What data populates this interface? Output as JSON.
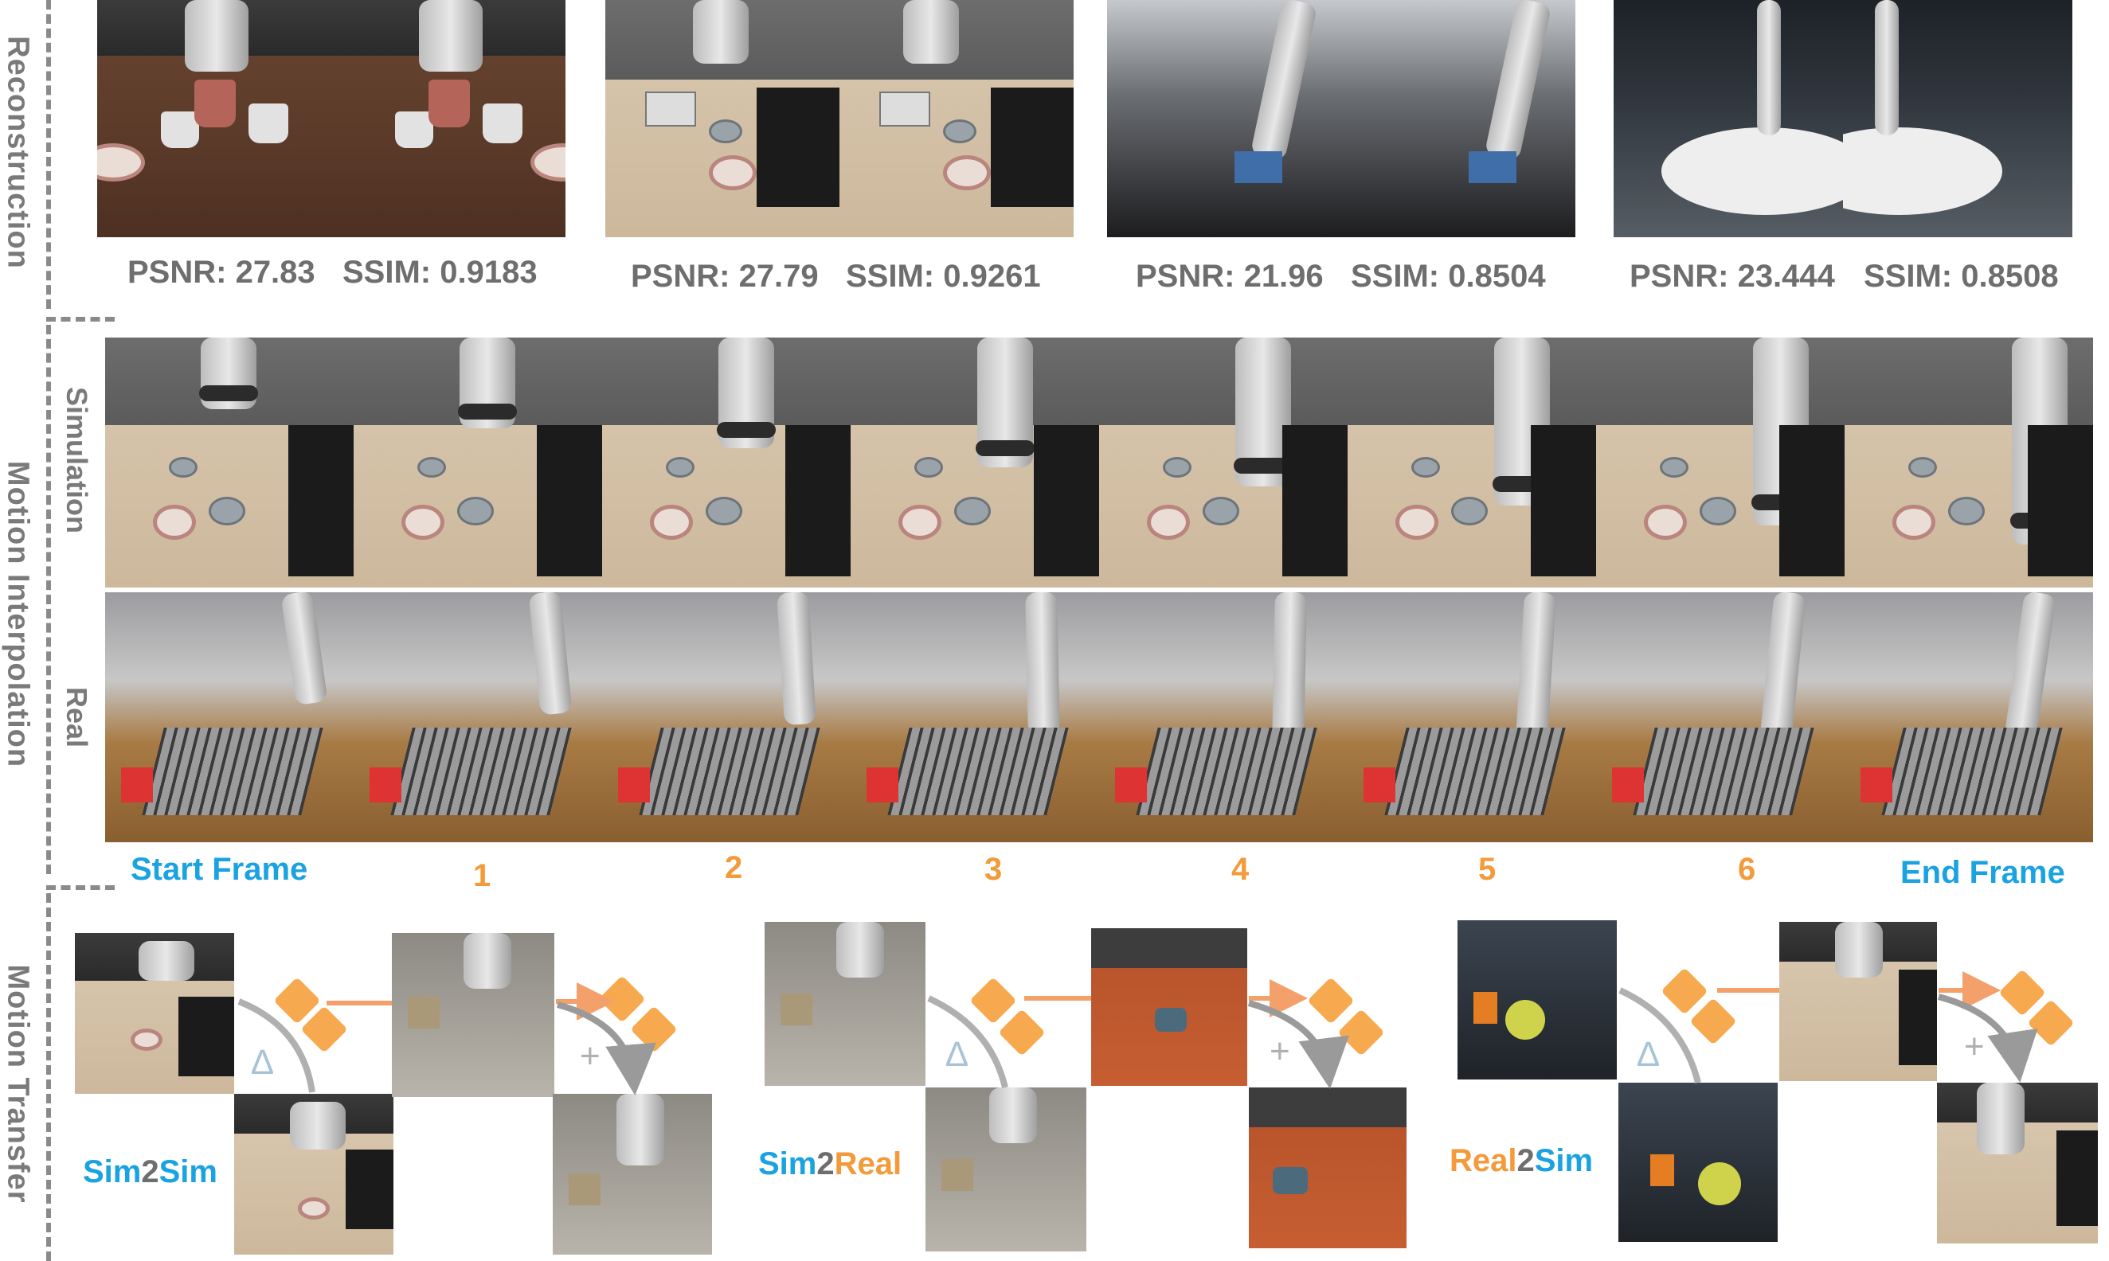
{
  "sections": {
    "reconstruction": "Reconstruction",
    "motion_interpolation": "Motion Interpolation",
    "motion_transfer": "Motion Transfer"
  },
  "rows": {
    "simulation": "Simulation",
    "real": "Real"
  },
  "metrics": [
    {
      "psnr": "PSNR: 27.83",
      "ssim": "SSIM: 0.9183"
    },
    {
      "psnr": "PSNR: 27.79",
      "ssim": "SSIM: 0.9261"
    },
    {
      "psnr": "PSNR: 21.96",
      "ssim": "SSIM: 0.8504"
    },
    {
      "psnr": "PSNR: 23.444",
      "ssim": "SSIM: 0.8508"
    }
  ],
  "frame_labels": {
    "start": "Start Frame",
    "f1": "1",
    "f2": "2",
    "f3": "3",
    "f4": "4",
    "f5": "5",
    "f6": "6",
    "end": "End Frame"
  },
  "transfer": {
    "sim2sim": {
      "a": "Sim",
      "b": "2",
      "c": "Sim"
    },
    "sim2real": {
      "a": "Sim",
      "b": "2",
      "c": "Real"
    },
    "real2sim": {
      "a": "Real",
      "b": "2",
      "c": "Sim"
    },
    "minus_glyph": "∆",
    "plus_glyph": "+"
  },
  "colors": {
    "blue": "#1aa3e0",
    "orange": "#f39a3a",
    "grey_text": "#6e6e6e",
    "diamond": "#f7a94f"
  }
}
